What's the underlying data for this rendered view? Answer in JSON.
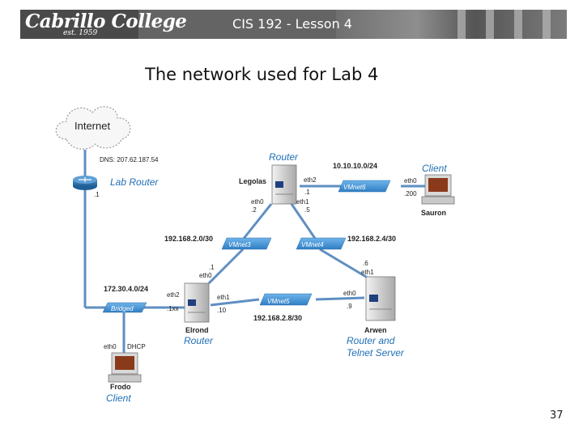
{
  "header": {
    "logo_name": "Cabrillo College",
    "logo_est": "est. 1959",
    "title": "CIS 192 - Lesson 4"
  },
  "slide": {
    "title": "The network used for Lab 4",
    "page_number": "37"
  },
  "diagram": {
    "internet": {
      "label": "Internet",
      "dns": "DNS: 207.62.187.54"
    },
    "lab_router": {
      "label": "Lab Router",
      "ip": ".1"
    },
    "subnets": {
      "external": "172.30.4.0/24",
      "vmnet3": "192.168.2.0/30",
      "vmnet4": "192.168.2.4/30",
      "vmnet5": "192.168.2.8/30",
      "vmnet6": "10.10.10.0/24"
    },
    "switches": {
      "bridged": "Bridged",
      "vmnet3": "VMnet3",
      "vmnet4": "VMnet4",
      "vmnet5": "VMnet5",
      "vmnet6": "VMnet6"
    },
    "hosts": {
      "legolas": {
        "name": "Legolas",
        "role": "Router",
        "eth0": "eth0",
        "eth0_ip": ".2",
        "eth1": "eth1",
        "eth1_ip": ".5",
        "eth2": "eth2",
        "eth2_ip": ".1"
      },
      "elrond": {
        "name": "Elrond",
        "role": "Router",
        "eth0": "eth0",
        "eth0_ip": ".1",
        "eth1": "eth1",
        "eth1_ip": ".10",
        "eth2": "eth2",
        "eth2_ip": ".1xx"
      },
      "arwen": {
        "name": "Arwen",
        "role_line1": "Router and",
        "role_line2": "Telnet Server",
        "eth0": "eth0",
        "eth0_ip": ".9",
        "eth1": "eth1",
        "eth1_ip": ".6"
      },
      "sauron": {
        "name": "Sauron",
        "role": "Client",
        "eth0": "eth0",
        "eth0_ip": ".200"
      },
      "frodo": {
        "name": "Frodo",
        "role": "Client",
        "eth0": "eth0",
        "eth0_ip": "DHCP"
      }
    },
    "colors": {
      "link": "#5f8fc2",
      "switch": "#3f8fd0",
      "accent": "#1f6fb5",
      "router": "#2f6fa8"
    }
  }
}
